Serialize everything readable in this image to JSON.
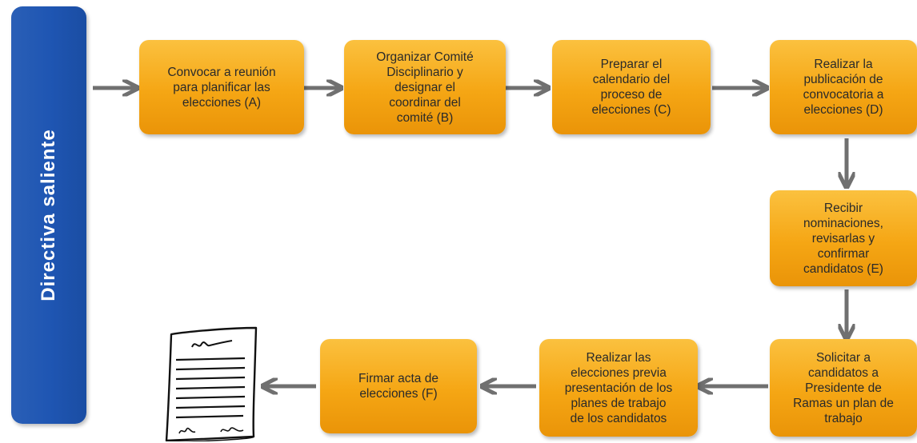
{
  "lane": {
    "label": "Directiva saliente"
  },
  "steps": {
    "a": "Convocar a reunión\npara planificar las\nelecciones (A)",
    "b": "Organizar Comité\nDisciplinario y\ndesignar el\ncoordinar del\ncomité (B)",
    "c": "Preparar el\ncalendario del\nproceso de\nelecciones (C)",
    "d": "Realizar la\npublicación de\nconvocatoria a\nelecciones (D)",
    "e": "Recibir\nnominaciones,\nrevisarlas y\nconfirmar\ncandidatos (E)",
    "s": "Solicitar a\ncandidatos a\nPresidente de\nRamas un plan de\ntrabajo",
    "r": "Realizar las\nelecciones previa\npresentación de los\nplanes de trabajo\nde los candidatos",
    "f": "Firmar acta de\nelecciones (F)"
  },
  "colors": {
    "lane": "#1f56b3",
    "box": "#f5a614",
    "arrow": "#707070"
  },
  "icons": {
    "document": "signed-document-icon"
  }
}
